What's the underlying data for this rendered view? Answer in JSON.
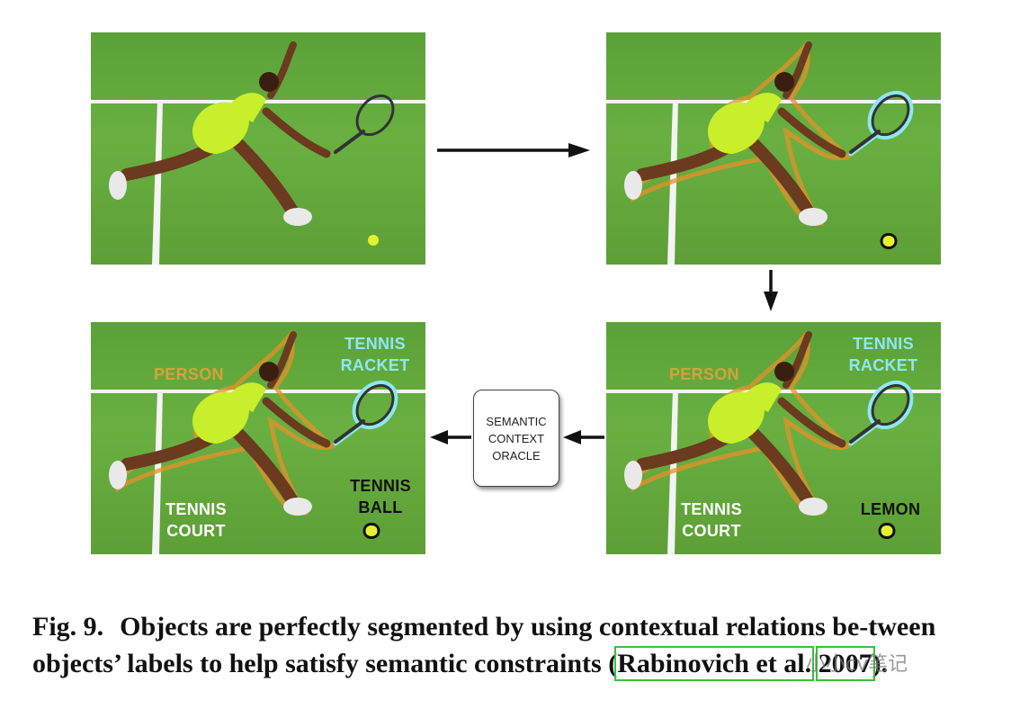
{
  "figure": {
    "oracle_label": "SEMANTIC\nCONTEXT\nORACLE",
    "panels": {
      "result": {
        "person": "PERSON",
        "racket": "TENNIS\nRACKET",
        "court": "TENNIS\nCOURT",
        "ball": "TENNIS\nBALL"
      },
      "initial": {
        "person": "PERSON",
        "racket": "TENNIS\nRACKET",
        "court": "TENNIS\nCOURT",
        "ball": "LEMON"
      }
    }
  },
  "caption": {
    "fig_number": "Fig. 9.",
    "text_before": "Objects are perfectly segmented by using contextual relations be-tween objects’ labels to help satisfy semantic constraints (",
    "citation_authors": "Rabinovich et al.",
    "citation_separator": " ",
    "citation_year": "2007",
    "text_after": ")."
  },
  "watermark": "小小cv笔记",
  "colors": {
    "court": "#63a93c",
    "outline_person": "#e8902a",
    "outline_racket": "#8fe6f2",
    "citation_box": "#35c23a"
  }
}
